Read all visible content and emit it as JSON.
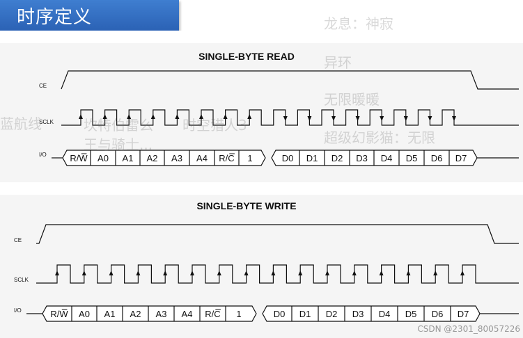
{
  "header": {
    "title": "时序定义"
  },
  "diagrams": [
    {
      "id": "read",
      "title": "SINGLE-BYTE READ",
      "signals": {
        "ce": "CE",
        "sclk": "SCLK",
        "io": "I/O"
      },
      "address_cells": [
        "R/W",
        "A0",
        "A1",
        "A2",
        "A3",
        "A4",
        "R/C",
        "1"
      ],
      "data_cells": [
        "D0",
        "D1",
        "D2",
        "D3",
        "D4",
        "D5",
        "D6",
        "D7"
      ]
    },
    {
      "id": "write",
      "title": "SINGLE-BYTE WRITE",
      "signals": {
        "ce": "CE",
        "sclk": "SCLK",
        "io": "I/O"
      },
      "address_cells": [
        "R/W",
        "A0",
        "A1",
        "A2",
        "A3",
        "A4",
        "R/C",
        "1"
      ],
      "data_cells": [
        "D0",
        "D1",
        "D2",
        "D3",
        "D4",
        "D5",
        "D6",
        "D7"
      ]
    }
  ],
  "overlay_comments": [
    "龙息：神寂",
    "异环",
    "无限暖暖",
    "超级幻影猫：无限",
    "蓝航线",
    "坎特伯雷么",
    "时空猎人3",
    "王与骑士..."
  ],
  "watermark": "CSDN @2301_80057226"
}
